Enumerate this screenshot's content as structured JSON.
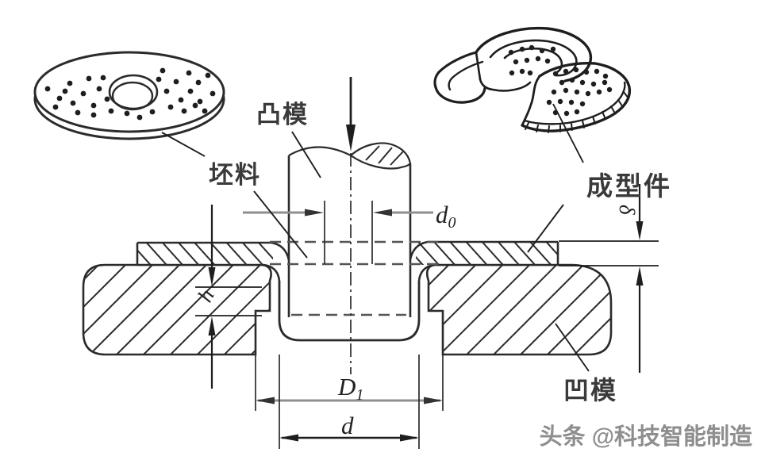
{
  "diagram": {
    "title_hint": "sheet-metal flanging / drawing die cross-section",
    "labels": {
      "punch": "凸模",
      "blank": "坯料",
      "formed_part": "成型件",
      "die": "凹模"
    },
    "dimensions": {
      "d0_main": "d",
      "d0_sub": "0",
      "D1_main": "D",
      "D1_sub": "1",
      "d": "d",
      "h": "h",
      "delta": "δ"
    },
    "watermark": "头条 @科技智能制造",
    "colors": {
      "line": "#2b2b2b",
      "dim_gray": "#8f8f8f",
      "label_ink": "#3a3a3a",
      "watermark_gray": "#8e8e8e",
      "background": "#ffffff"
    }
  }
}
